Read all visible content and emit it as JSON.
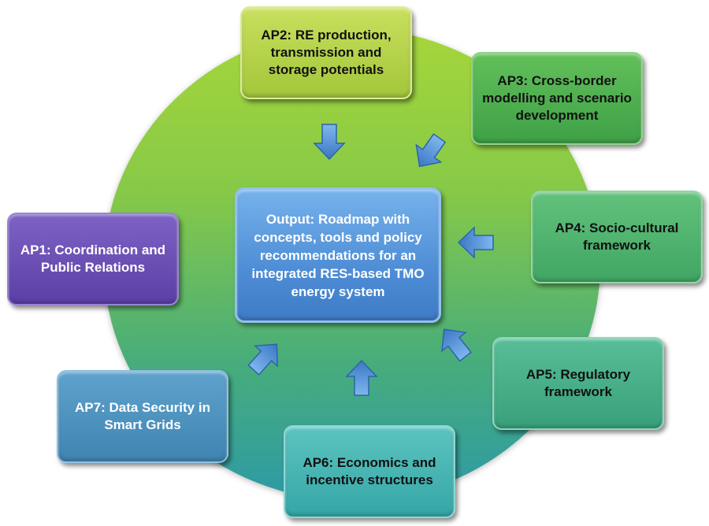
{
  "center": {
    "label": "Output: Roadmap with concepts, tools and policy recommendations for an integrated RES-based TMO energy system"
  },
  "nodes": {
    "ap1": "AP1: Coordination and Public Relations",
    "ap2": "AP2: RE production, transmission and storage potentials",
    "ap3": "AP3: Cross-border modelling and scenario development",
    "ap4": "AP4: Socio-cultural framework",
    "ap5": "AP5: Regulatory framework",
    "ap6": "AP6: Economics and incentive structures",
    "ap7": "AP7: Data Security in Smart Grids"
  },
  "colors": {
    "circle_top": "#a6d63a",
    "circle_bottom": "#2d9aa6",
    "arrow_fill": "#4a8ad4",
    "center_fill": "#4f8ed6"
  }
}
